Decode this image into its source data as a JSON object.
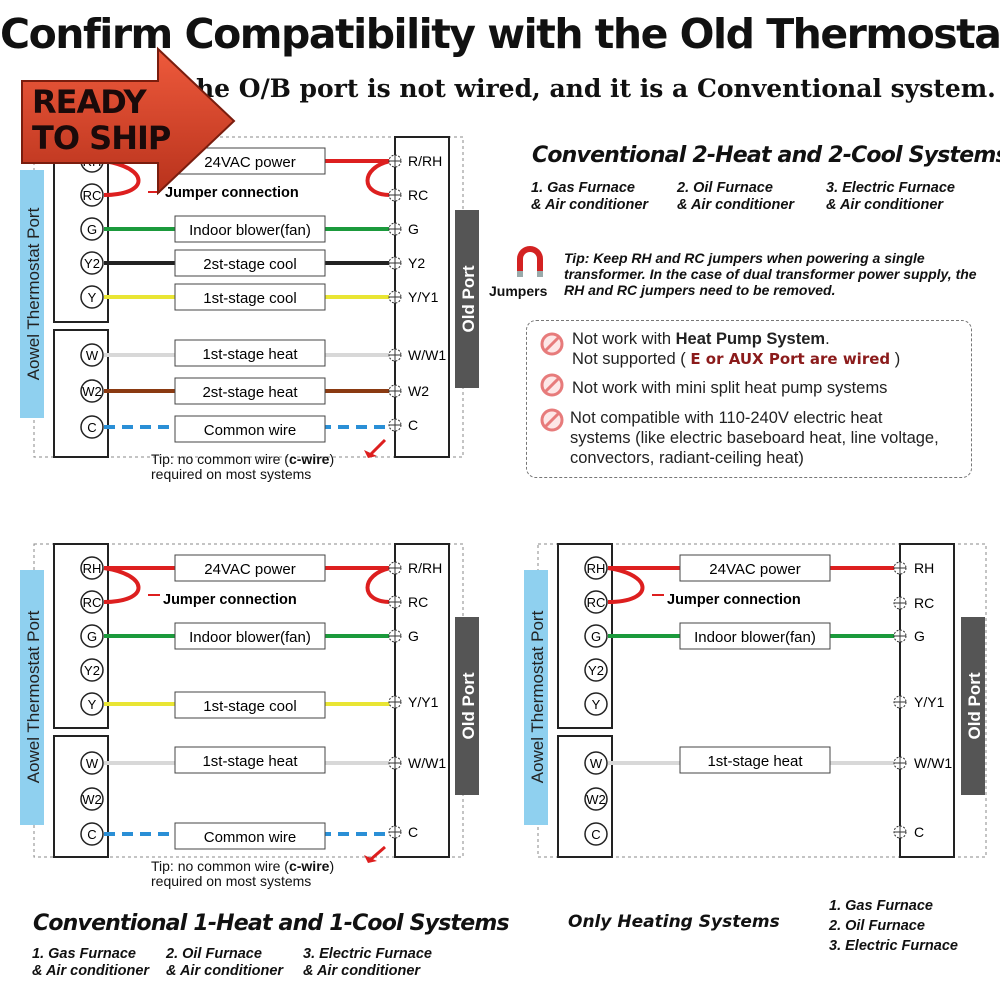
{
  "title": "Confirm Compatibility with the Old Thermostat",
  "subtitle": "he O/B port is not wired, and it is a Conventional system.",
  "badge": {
    "line1": "READY",
    "line2": "TO SHIP"
  },
  "sections": {
    "two_stage": {
      "title": "Conventional 2-Heat and 2-Cool Systems",
      "items": [
        "1. Gas Furnace\n& Air conditioner",
        "2. Oil Furnace\n& Air conditioner",
        "3. Electric Furnace\n& Air conditioner"
      ]
    },
    "one_stage": {
      "title": "Conventional 1-Heat and 1-Cool Systems",
      "items": [
        "1. Gas Furnace\n& Air conditioner",
        "2. Oil Furnace\n& Air conditioner",
        "3. Electric Furnace\n& Air conditioner"
      ]
    },
    "heating": {
      "title": "Only Heating Systems",
      "items": [
        "1. Gas Furnace",
        "2. Oil Furnace",
        "3. Electric Furnace"
      ]
    }
  },
  "jumper_tip": {
    "label": "Jumpers",
    "text": "Tip: Keep RH and RC jumpers when powering a single transformer. In the case of dual transformer power supply, the RH and RC jumpers need to be removed."
  },
  "warnings": {
    "w1_prefix": "Not work with ",
    "w1_bold": "Heat Pump System",
    "w1_suffix": ".",
    "w1_line2_prefix": "Not supported ( ",
    "w1_line2_red": "E or AUX Port are wired",
    "w1_line2_suffix": " )",
    "w2": "Not work with mini split heat pump systems",
    "w3_line1": "Not compatible with 110-240V electric heat",
    "w3_line2": "systems (like electric baseboard heat, line voltage,",
    "w3_line3": "convectors, radiant-ceiling heat)"
  },
  "diagram": {
    "left_port": "Aowel Thermostat Port",
    "right_port": "Old  Port",
    "jumper_label": "Jumper connection",
    "tip_prefix": "Tip: no common wire (",
    "tip_bold": "c-wire",
    "tip_suffix": ")",
    "tip_line2": "required on most systems",
    "wire_labels": {
      "power": "24VAC power",
      "fan": "Indoor blower(fan)",
      "cool2": "2st-stage cool",
      "cool1": "1st-stage cool",
      "heat1": "1st-stage heat",
      "heat2": "2st-stage heat",
      "common": "Common wire"
    },
    "new_terms": [
      "RH",
      "RC",
      "G",
      "Y2",
      "Y",
      "W",
      "W2",
      "C"
    ],
    "old_terms": [
      "R/RH",
      "RC",
      "G",
      "Y2",
      "Y/Y1",
      "W/W1",
      "W2",
      "C"
    ],
    "old_terms_heat": [
      "RH",
      "RC",
      "G",
      "Y/Y1",
      "W/W1",
      "C"
    ]
  },
  "colors": {
    "red": "#dd1f1f",
    "green": "#1b9a3c",
    "black": "#222222",
    "yellow": "#e9e533",
    "white": "#d8d8d8",
    "brown": "#8a3a12",
    "blue": "#2a8fd6",
    "portBlue": "#8fd0ef",
    "portGray": "#555555"
  }
}
